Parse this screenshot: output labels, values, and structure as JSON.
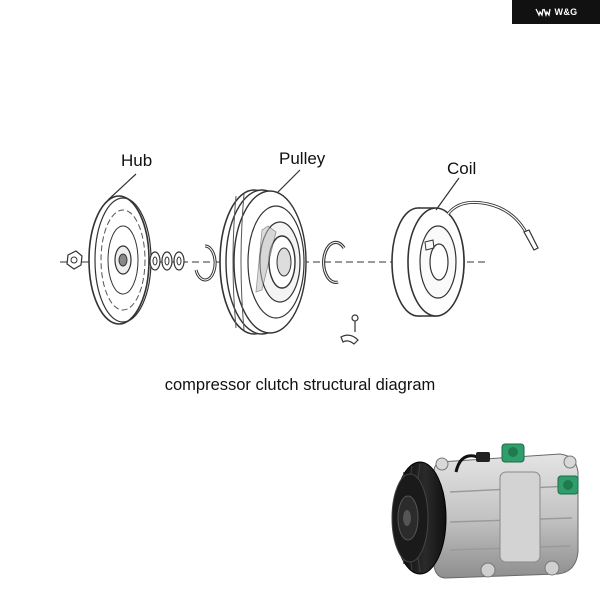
{
  "brand": {
    "text": "W&G"
  },
  "labels": {
    "hub": "Hub",
    "pulley": "Pulley",
    "coil": "Coil"
  },
  "caption": "compressor clutch structural diagram",
  "colors": {
    "badge_bg": "#111111",
    "line_art": "#333333",
    "accent_green": "#2e9e6a",
    "compressor_body": "#c9c9c9",
    "pulley_dark": "#1a1a1a"
  },
  "icons": {
    "brand": "wing-logo-icon",
    "part_icons": [
      "hub-plate-icon",
      "pulley-icon",
      "coil-icon",
      "snap-ring-icon",
      "nut-icon",
      "key-pin-icon"
    ]
  }
}
